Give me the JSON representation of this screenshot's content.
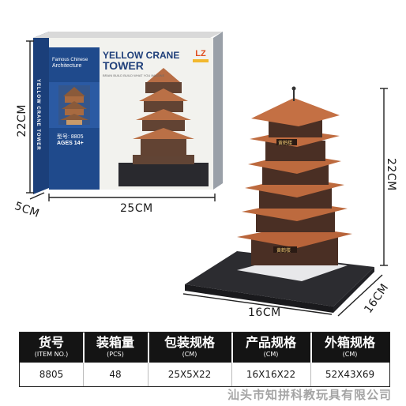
{
  "box": {
    "series_line1": "Famous Chinese",
    "series_line2": "Architecture",
    "title_line1": "YELLOW CRANE",
    "title_line2": "TOWER",
    "tagline": "BRAIN BUILD  BUILD  WHAT YOU IMAGINE",
    "side_title": "YELLOW CRANE TOWER",
    "model_no": "型号: 8805",
    "ages": "AGES 14+",
    "logo_mark": "LZ"
  },
  "dimensions": {
    "box_height": "22CM",
    "box_depth": "5CM",
    "box_width": "25CM",
    "model_height": "22CM",
    "model_depth": "16CM",
    "model_width": "16CM"
  },
  "tower_plaques": {
    "upper": "黄鹤楼",
    "lower": "黄鹤楼"
  },
  "spec_table": {
    "headers": [
      {
        "main": "货号",
        "sub": "(ITEM NO.)"
      },
      {
        "main": "装箱量",
        "sub": "(PCS)"
      },
      {
        "main": "包装规格",
        "sub": "(CM)"
      },
      {
        "main": "产品规格",
        "sub": "(CM)"
      },
      {
        "main": "外箱规格",
        "sub": "(CM)"
      }
    ],
    "values": [
      "8805",
      "48",
      "25X5X22",
      "16X16X22",
      "52X43X69"
    ]
  },
  "watermark": "汕头市知拼科教玩具有限公司",
  "colors": {
    "box_blue": "#1f4a8c",
    "brick_brown": "#b8643a",
    "base_dark": "#2c2c30",
    "table_header": "#141414"
  }
}
